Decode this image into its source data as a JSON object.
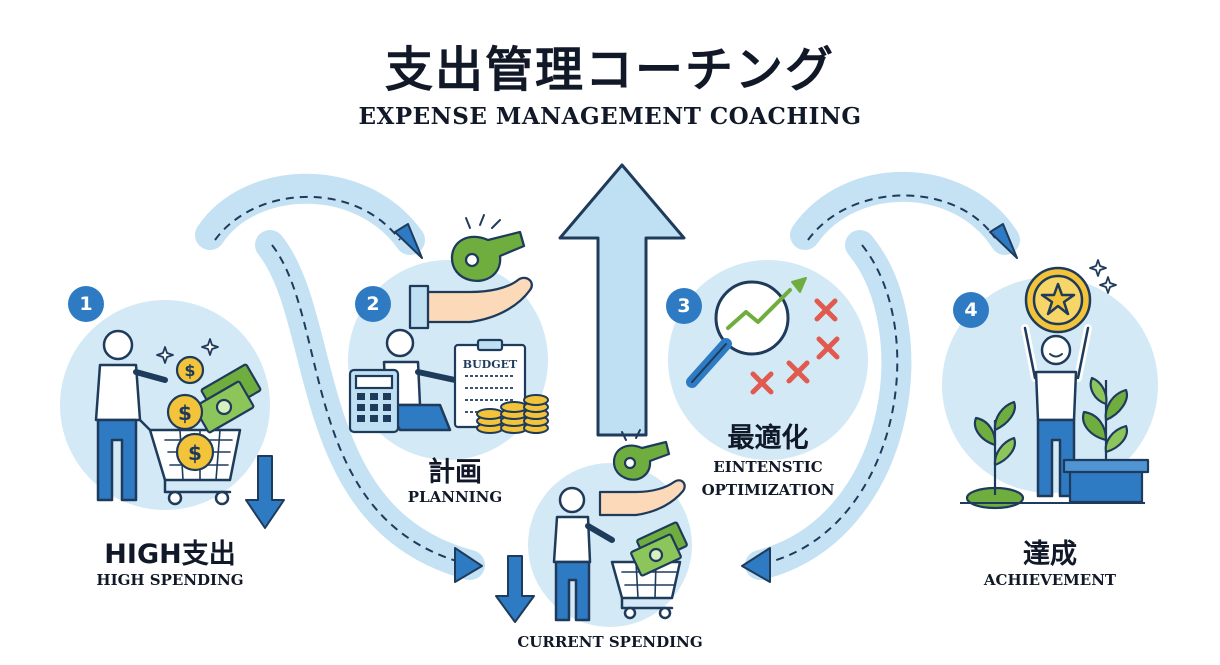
{
  "title": {
    "jp": "支出管理コーチング",
    "en": "EXPENSE MANAGEMENT COACHING"
  },
  "steps": [
    {
      "number": "1",
      "label_jp": "HIGH支出",
      "label_en": "HIGH SPENDING"
    },
    {
      "number": "2",
      "label_jp": "計画",
      "label_en": "PLANNING"
    },
    {
      "number": "3",
      "label_jp": "最適化",
      "label_en_line1": "EINTENSTIC",
      "label_en_line2": "OPTIMIZATION"
    },
    {
      "number": "4",
      "label_jp": "達成",
      "label_en": "ACHIEVEMENT"
    }
  ],
  "current": {
    "label_en": "CURRENT SPENDING"
  },
  "budget_sign": "BUDGET",
  "colors": {
    "circle": "#d3e9f6",
    "arrow_fill": "#bfe0f3",
    "arrow_outline": "#1f3b5c",
    "accent_blue": "#2e7bc4",
    "money_green": "#6fae3e",
    "coin_gold": "#f3c33a",
    "hand_peach": "#fcd9b8",
    "cross_red": "#e05a4f"
  },
  "icons": [
    "person-cart-icon",
    "dollar-coins-icon",
    "banknote-icon",
    "down-arrow-icon",
    "whistle-icon",
    "hand-icon",
    "calculator-icon",
    "budget-clipboard-icon",
    "coin-stack-icon",
    "magnifier-chart-icon",
    "cross-marks-icon",
    "star-coin-icon",
    "plant-icon",
    "up-arrow-icon",
    "sparkle-icon"
  ]
}
